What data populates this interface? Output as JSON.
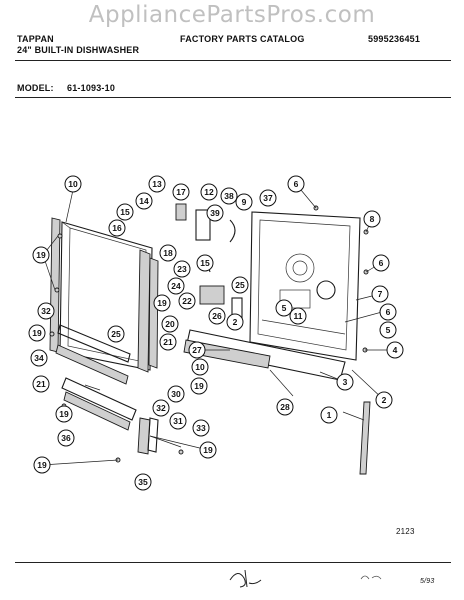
{
  "watermark": "AppliancePartsPros.com",
  "header": {
    "brand": "TAPPAN",
    "product": "24\" BUILT-IN DISHWASHER",
    "catalog_title": "FACTORY PARTS CATALOG",
    "catalog_number": "5995236451",
    "model_label": "MODEL:",
    "model_number": "61-1093-10"
  },
  "footer": {
    "page_code": "2123",
    "date": "5/93"
  },
  "callouts": [
    {
      "id": "c1",
      "label": "1"
    },
    {
      "id": "c2a",
      "label": "2"
    },
    {
      "id": "c2b",
      "label": "2"
    },
    {
      "id": "c3",
      "label": "3"
    },
    {
      "id": "c4",
      "label": "4"
    },
    {
      "id": "c5a",
      "label": "5"
    },
    {
      "id": "c5b",
      "label": "5"
    },
    {
      "id": "c6a",
      "label": "6"
    },
    {
      "id": "c6b",
      "label": "6"
    },
    {
      "id": "c6c",
      "label": "6"
    },
    {
      "id": "c7",
      "label": "7"
    },
    {
      "id": "c8",
      "label": "8"
    },
    {
      "id": "c9",
      "label": "9"
    },
    {
      "id": "c10a",
      "label": "10"
    },
    {
      "id": "c10b",
      "label": "10"
    },
    {
      "id": "c11",
      "label": "11"
    },
    {
      "id": "c12",
      "label": "12"
    },
    {
      "id": "c13",
      "label": "13"
    },
    {
      "id": "c14",
      "label": "14"
    },
    {
      "id": "c15",
      "label": "15"
    },
    {
      "id": "c15b",
      "label": "15"
    },
    {
      "id": "c16",
      "label": "16"
    },
    {
      "id": "c17",
      "label": "17"
    },
    {
      "id": "c18",
      "label": "18"
    },
    {
      "id": "c19a",
      "label": "19"
    },
    {
      "id": "c19b",
      "label": "19"
    },
    {
      "id": "c19c",
      "label": "19"
    },
    {
      "id": "c19d",
      "label": "19"
    },
    {
      "id": "c19e",
      "label": "19"
    },
    {
      "id": "c19f",
      "label": "19"
    },
    {
      "id": "c19g",
      "label": "19"
    },
    {
      "id": "c20",
      "label": "20"
    },
    {
      "id": "c21a",
      "label": "21"
    },
    {
      "id": "c21b",
      "label": "21"
    },
    {
      "id": "c22",
      "label": "22"
    },
    {
      "id": "c23",
      "label": "23"
    },
    {
      "id": "c24",
      "label": "24"
    },
    {
      "id": "c25a",
      "label": "25"
    },
    {
      "id": "c25b",
      "label": "25"
    },
    {
      "id": "c26",
      "label": "26"
    },
    {
      "id": "c27",
      "label": "27"
    },
    {
      "id": "c28",
      "label": "28"
    },
    {
      "id": "c30",
      "label": "30"
    },
    {
      "id": "c31",
      "label": "31"
    },
    {
      "id": "c32a",
      "label": "32"
    },
    {
      "id": "c32b",
      "label": "32"
    },
    {
      "id": "c33",
      "label": "33"
    },
    {
      "id": "c34",
      "label": "34"
    },
    {
      "id": "c35",
      "label": "35"
    },
    {
      "id": "c36",
      "label": "36"
    },
    {
      "id": "c37",
      "label": "37"
    },
    {
      "id": "c38",
      "label": "38"
    },
    {
      "id": "c39",
      "label": "39"
    }
  ]
}
